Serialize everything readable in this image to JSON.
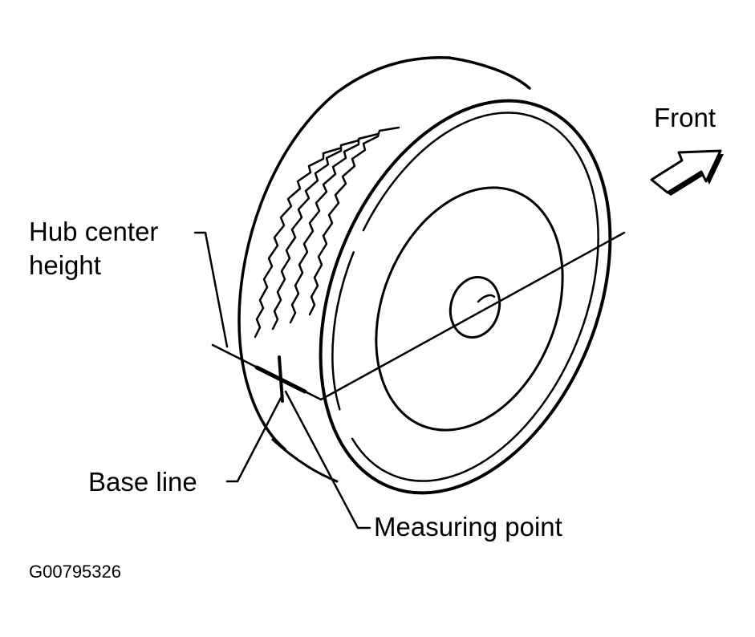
{
  "labels": {
    "front": "Front",
    "hub_center_line1": "Hub center",
    "hub_center_line2": "height",
    "base_line": "Base line",
    "measuring_point": "Measuring point",
    "figure_code": "G00795326"
  },
  "icons": {
    "front_arrow": "arrow-right-icon"
  },
  "colors": {
    "ink": "#000000",
    "background": "#ffffff"
  }
}
